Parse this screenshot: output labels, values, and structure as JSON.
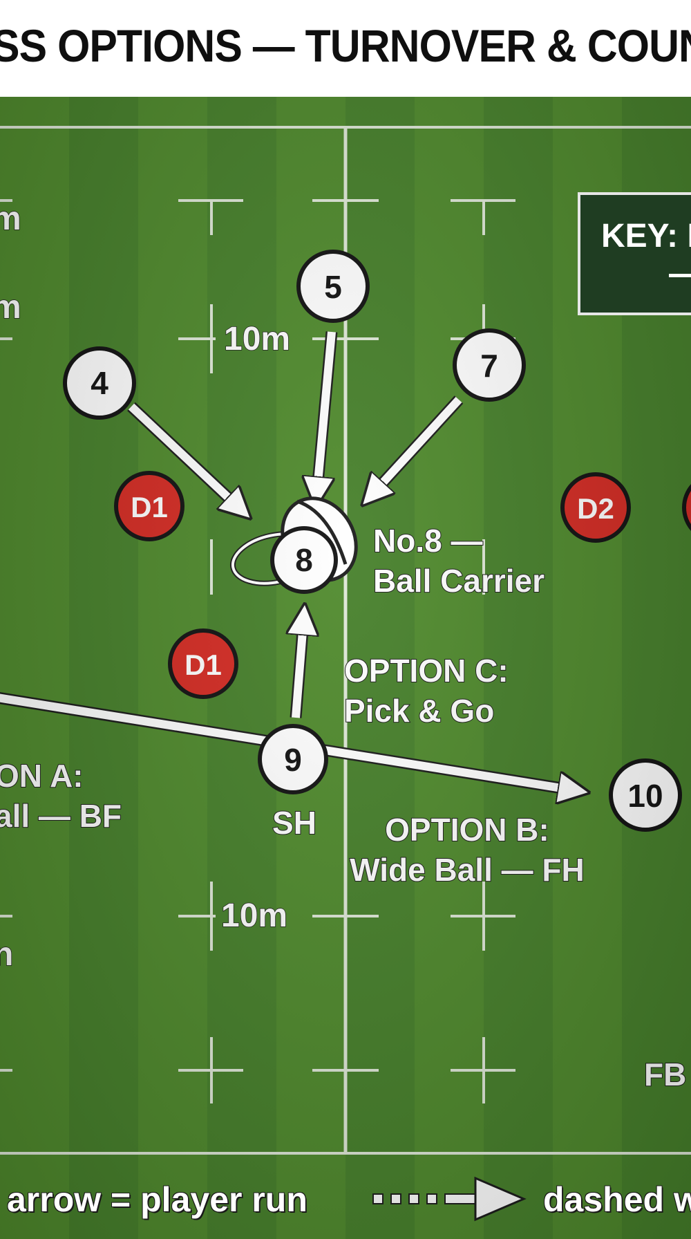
{
  "title": "SS OPTIONS — TURNOVER & COUNT",
  "field_markers": {
    "ten_top": "10m",
    "ten_bottom": "10m",
    "edge_m1": "m",
    "edge_m2": "m",
    "edge_n": "n"
  },
  "key": {
    "title": "KEY: D"
  },
  "players": {
    "p4": "4",
    "p5": "5",
    "p7": "7",
    "p8": "8",
    "p9": "9",
    "p10": "10"
  },
  "defenders": {
    "d1_upper": "D1",
    "d1_lower": "D1",
    "d2": "D2"
  },
  "labels": {
    "ball_carrier_line1": "No.8 —",
    "ball_carrier_line2": "Ball Carrier",
    "option_c_line1": "OPTION C:",
    "option_c_line2": "Pick & Go",
    "option_a_line1": "ON A:",
    "option_a_line2": "all — BF",
    "sh": "SH",
    "option_b_line1": "OPTION B:",
    "option_b_line2": "Wide Ball — FH",
    "fb": "FB"
  },
  "legend": {
    "solid": "arrow = player run",
    "dashed": "dashed w"
  },
  "colors": {
    "pitch_dark": "#46802a",
    "pitch_light": "#4f8a2c",
    "defender_red": "#d42a22",
    "key_box": "#1f3d22"
  }
}
